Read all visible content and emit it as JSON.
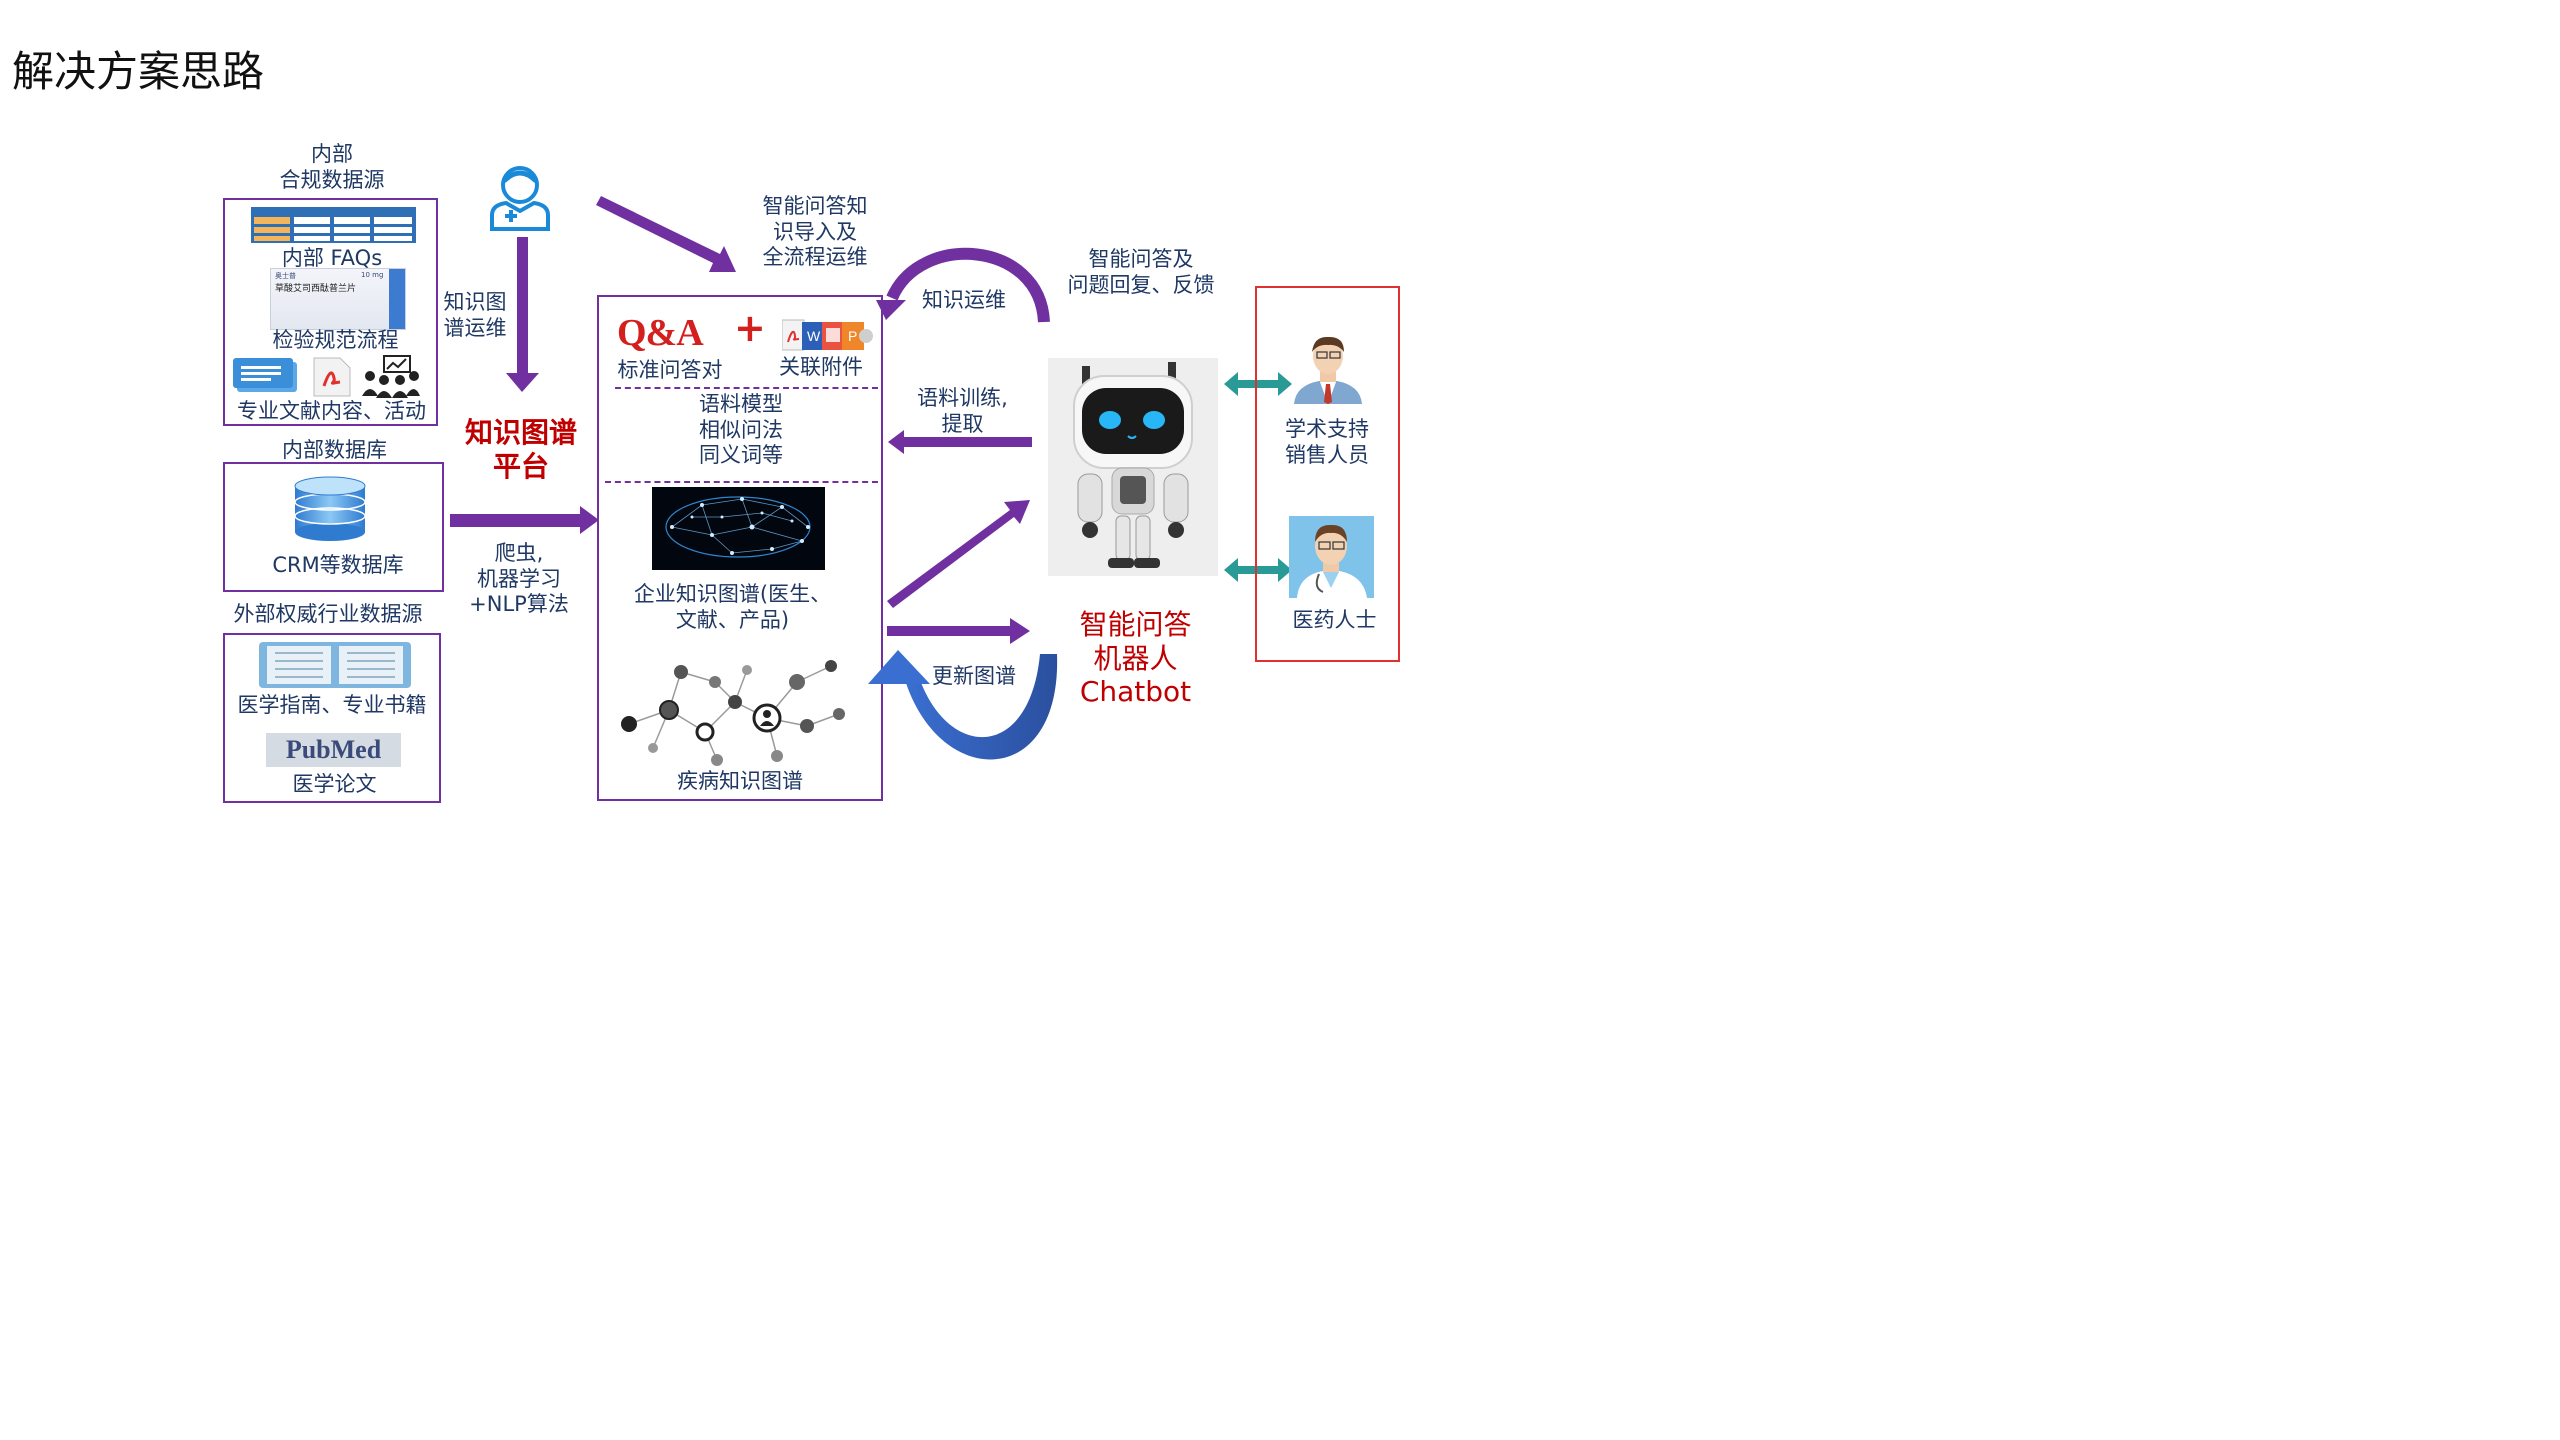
{
  "title": "解决方案思路",
  "left": {
    "internal_source_title": "内部\n合规数据源",
    "faq_label": "内部 FAQs",
    "drug_box_brand": "奥士普",
    "drug_box_name": "草酸艾司西酞普兰片",
    "drug_box_dose": "10 mg",
    "inspection_label": "检验规范流程",
    "literature_label": "专业文献内容、活动",
    "db_title": "内部数据库",
    "crm_label": "CRM等数据库",
    "external_title": "外部权威行业数据源",
    "guide_label": "医学指南、专业书籍",
    "pubmed_logo": "PubMed",
    "paper_label": "医学论文"
  },
  "kg_ops_label": "知识图\n谱运维",
  "kg_platform_label": "知识图谱\n平台",
  "crawler_label": "爬虫,\n机器学习\n+NLP算法",
  "import_label": "智能问答知\n识导入及\n全流程运维",
  "center": {
    "qa_logo": "Q&A",
    "plus": "+",
    "qa_pairs_label": "标准问答对",
    "attachments_label": "关联附件",
    "corpus_label": "语料模型\n相似问法\n同义词等",
    "enterprise_kg_label": "企业知识图谱(医生、\n文献、产品)",
    "disease_kg_label": "疾病知识图谱"
  },
  "knowledge_ops_label": "知识运维",
  "corpus_train_label": "语料训练,\n提取",
  "update_graph_label": "更新图谱",
  "feedback_label": "智能问答及\n问题回复、反馈",
  "chatbot_label": "智能问答\n机器人\nChatbot",
  "right": {
    "sales_label": "学术支持\n销售人员",
    "medical_label": "医药人士"
  },
  "colors": {
    "purple": "#7030a0",
    "navy": "#1f3864",
    "red": "#c00000",
    "teal": "#2a9a96",
    "blue": "#3b6bc4"
  }
}
